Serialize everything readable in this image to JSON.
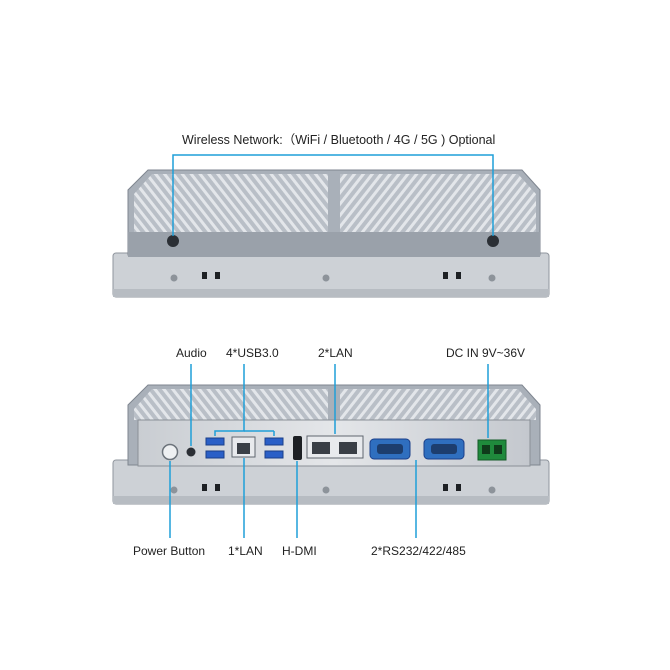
{
  "top_label": "Wireless Network:（WiFi / Bluetooth / 4G / 5G ) Optional",
  "labels": {
    "audio": "Audio",
    "usb": "4*USB3.0",
    "lan2": "2*LAN",
    "dc_in": "DC IN 9V~36V",
    "power_button": "Power Button",
    "lan1": "1*LAN",
    "hdmi": "H-DMI",
    "serial": "2*RS232/422/485"
  },
  "colors": {
    "callout_line": "#1f9fd8",
    "chassis": "#aeb4bd",
    "fins": "#c9ced5",
    "panel": "#d7dade",
    "port_blue": "#2a5fc7",
    "terminal_green": "#1f8a3c"
  }
}
